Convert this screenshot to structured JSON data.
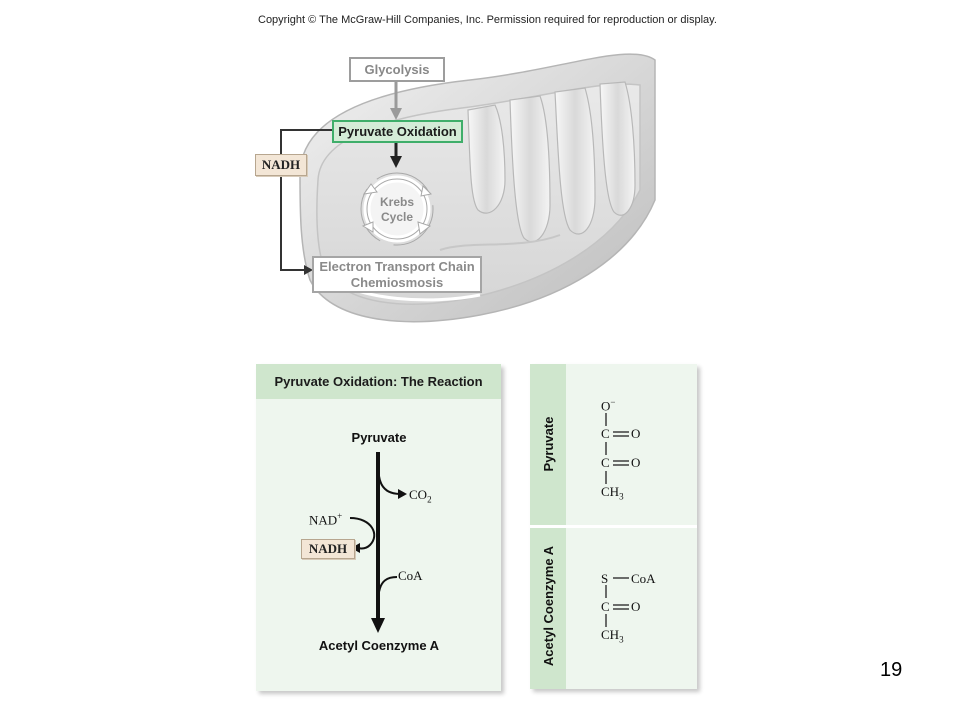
{
  "copyright": "Copyright © The McGraw-Hill Companies, Inc. Permission required for reproduction or display.",
  "overview": {
    "glycolysis": "Glycolysis",
    "pyruvate_oxidation": "Pyruvate Oxidation",
    "nadh": "NADH",
    "krebs_line1": "Krebs",
    "krebs_line2": "Cycle",
    "etc_line1": "Electron Transport Chain",
    "etc_line2": "Chemiosmosis"
  },
  "reaction": {
    "title": "Pyruvate Oxidation: The Reaction",
    "start": "Pyruvate",
    "co2": "CO",
    "co2_sub": "2",
    "nad": "NAD",
    "nad_sup": "+",
    "nadh": "NADH",
    "coa": "CoA",
    "end": "Acetyl Coenzyme A"
  },
  "structures": {
    "pyruvate_label": "Pyruvate",
    "pyruvate_o_minus": "O",
    "pyruvate_minus": "−",
    "pyruvate_c1": "C",
    "pyruvate_o1": "O",
    "pyruvate_c2": "C",
    "pyruvate_o2": "O",
    "pyruvate_ch": "CH",
    "pyruvate_ch_sub": "3",
    "acetyl_label": "Acetyl Coenzyme A",
    "acetyl_s": "S",
    "acetyl_coa": "CoA",
    "acetyl_c": "C",
    "acetyl_o": "O",
    "acetyl_ch": "CH",
    "acetyl_ch_sub": "3"
  },
  "page_number": "19",
  "colors": {
    "green_header": "#cfe6cd",
    "green_panel": "#eef6ee",
    "highlight_border": "#3fae6a",
    "nadh_fill": "#f3e6d6",
    "nadh_border": "#b7a68f"
  }
}
